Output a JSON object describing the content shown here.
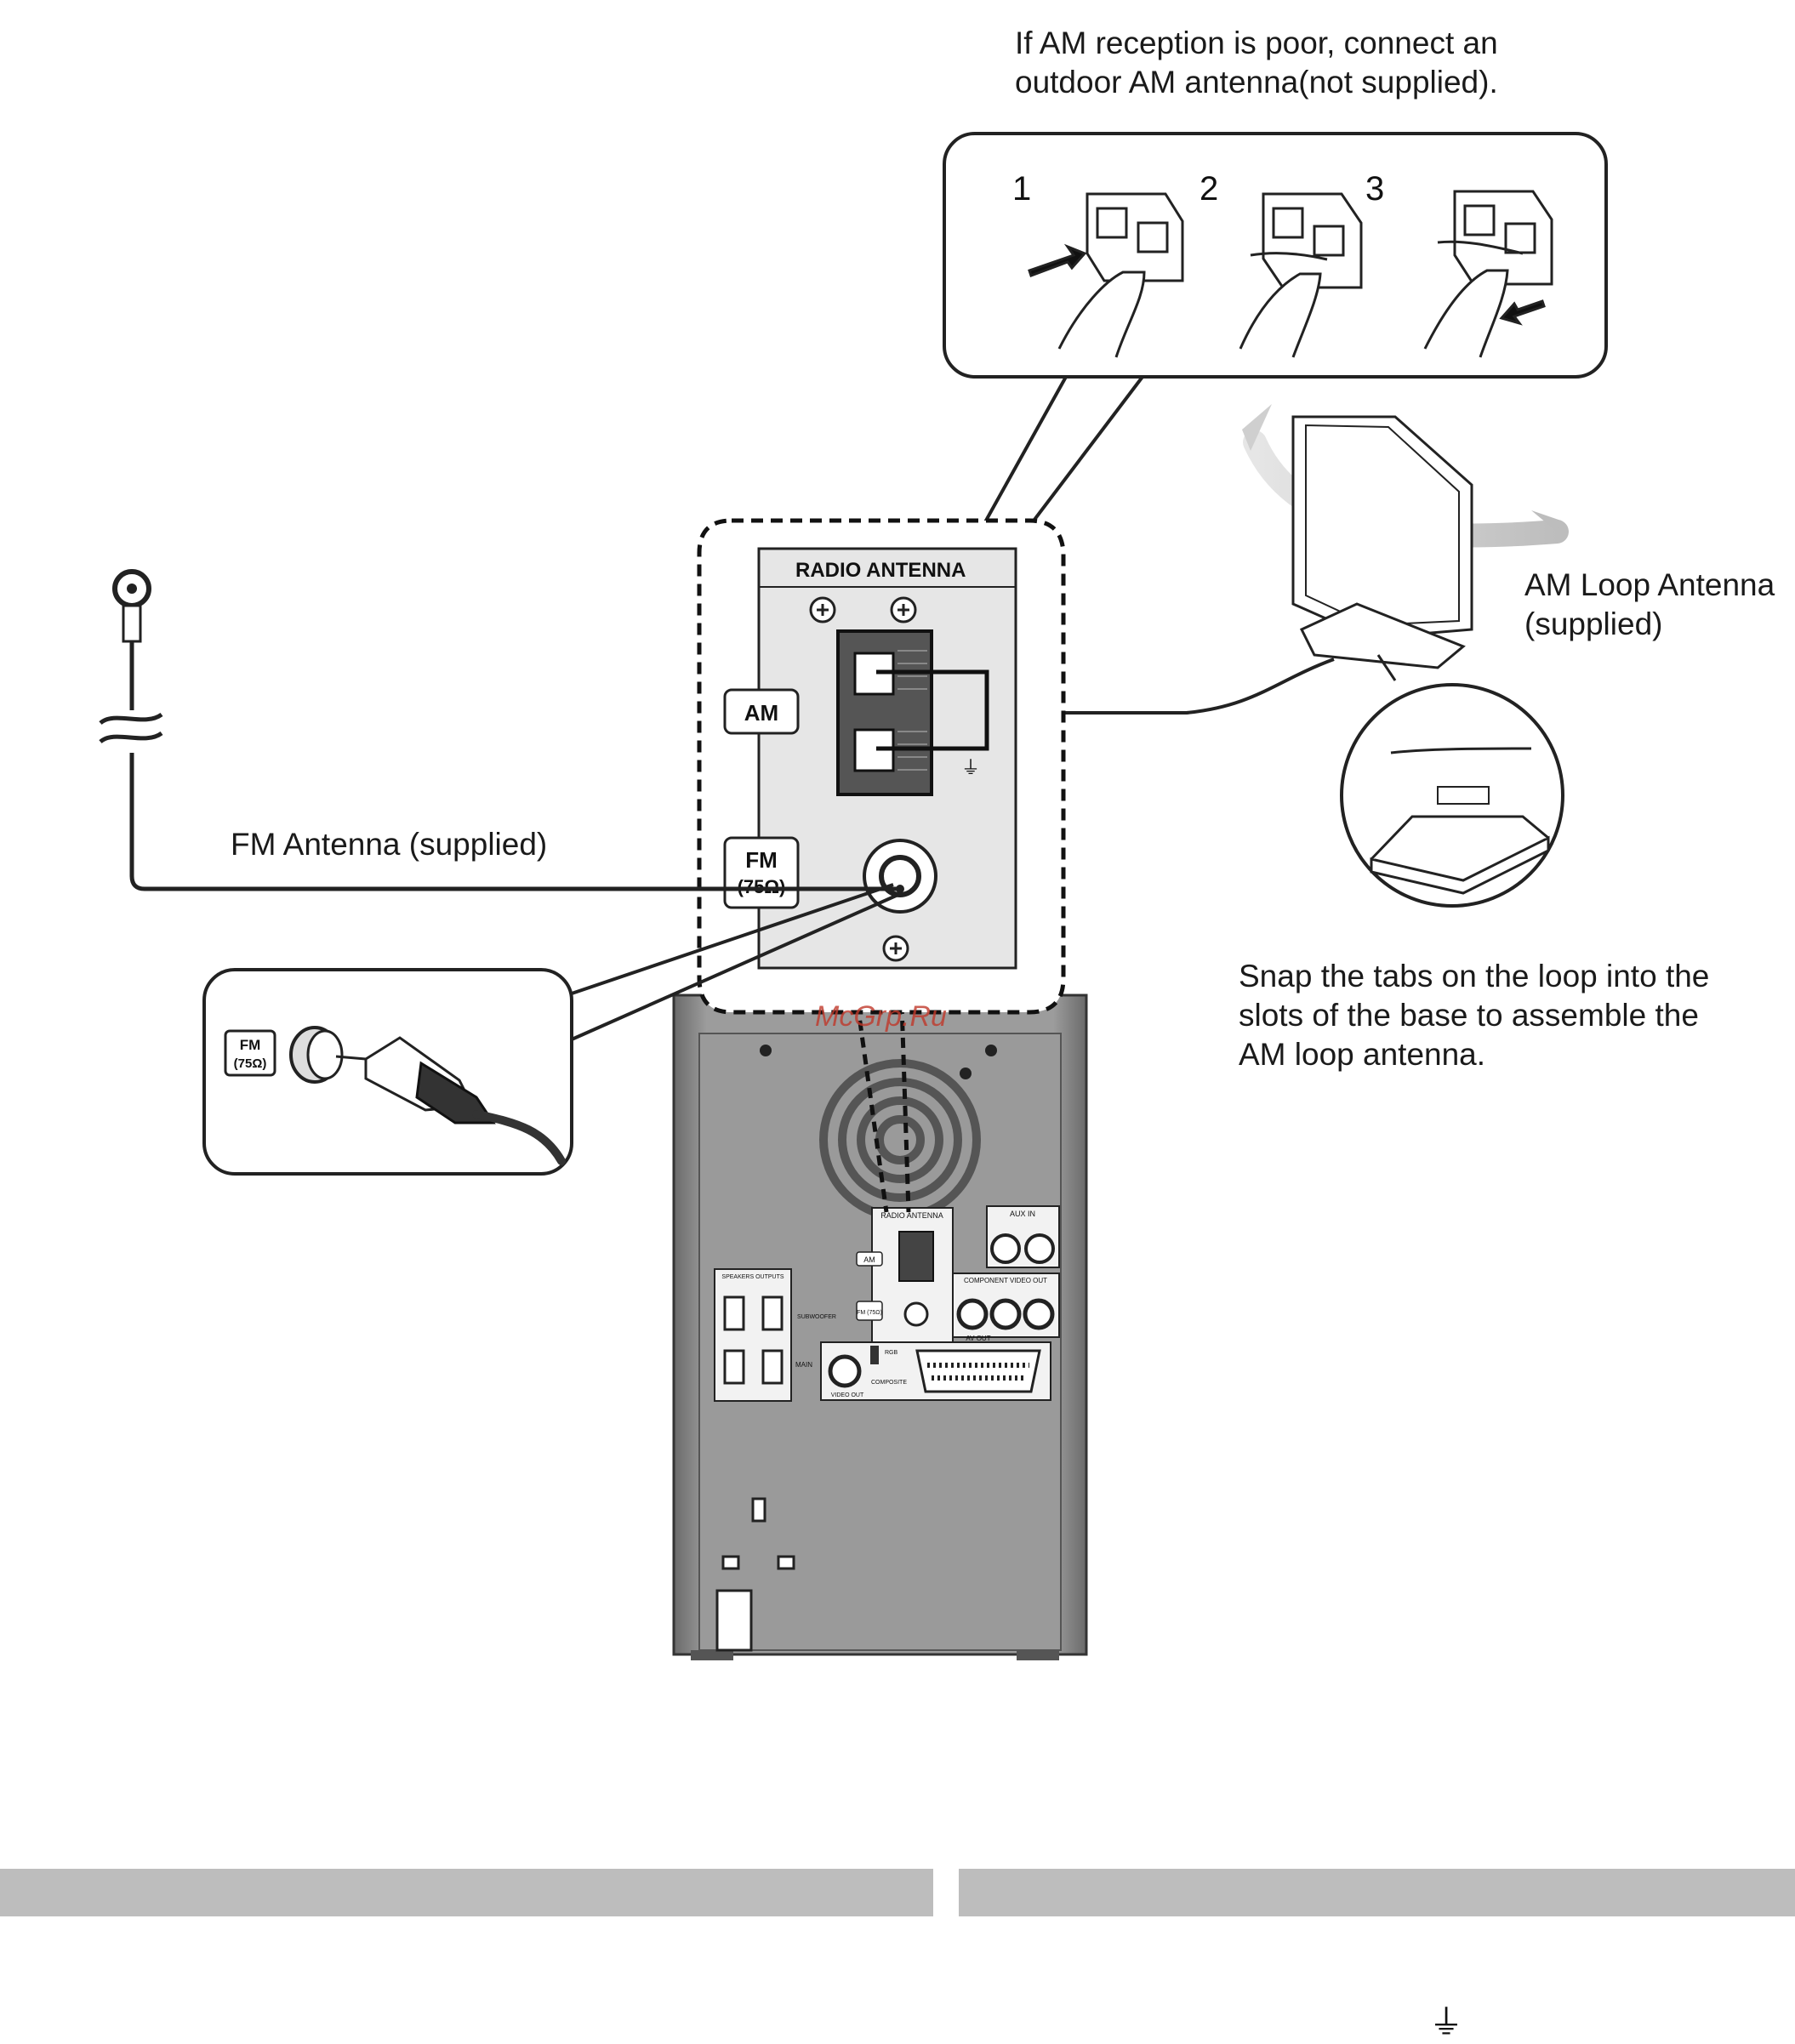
{
  "captions": {
    "am_outdoor": [
      "If AM reception is poor, connect an",
      "outdoor AM antenna(not supplied)."
    ],
    "am_loop": [
      "AM Loop Antenna",
      "(supplied)"
    ],
    "fm_antenna": "FM Antenna (supplied)",
    "snap_tabs": [
      "Snap the tabs on the loop into the",
      "slots of the base to assemble the",
      "AM loop antenna."
    ]
  },
  "steps": [
    "1",
    "2",
    "3"
  ],
  "panel": {
    "title": "RADIO ANTENNA",
    "am_label": "AM",
    "fm_label_top": "FM",
    "fm_label_bottom": "(75Ω)"
  },
  "fm_inset": {
    "label_top": "FM",
    "label_bottom": "(75Ω)"
  },
  "rear_panel_labels": {
    "radio_antenna": "RADIO ANTENNA",
    "aux_in": "AUX IN",
    "component_video_out": "COMPONENT VIDEO OUT",
    "speakers": "SPEAKERS OUTPUTS",
    "subwoofer": "SUBWOOFER",
    "main": "MAIN",
    "av_out": "AV OUT",
    "video_out": "VIDEO OUT",
    "composite": "COMPOSITE",
    "am": "AM",
    "fm": "FM (75Ω)",
    "rgb": "RGB"
  },
  "watermark": "McGrp.Ru",
  "footer_symbol": "⏚"
}
